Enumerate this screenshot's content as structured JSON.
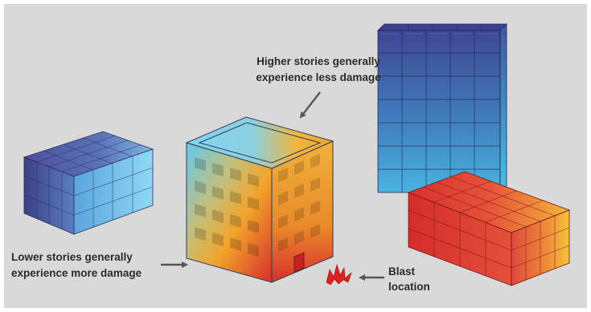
{
  "annotations": {
    "higher_line1": "Higher stories generally",
    "higher_line2": "experience less damage",
    "lower_line1": "Lower stories generally",
    "lower_line2": "experience more damage",
    "blast_line1": "Blast",
    "blast_line2": "location"
  },
  "colors": {
    "background": "#d9d9d9",
    "frame": "#ffffff",
    "low_damage": "#4ec9f0",
    "mid_damage": "#f5a623",
    "high_damage": "#e03030",
    "deep_blue": "#3a3f8f",
    "blast": "#e02020",
    "arrow": "#555555"
  },
  "icons": [
    "arrow-icon",
    "blast-icon"
  ]
}
